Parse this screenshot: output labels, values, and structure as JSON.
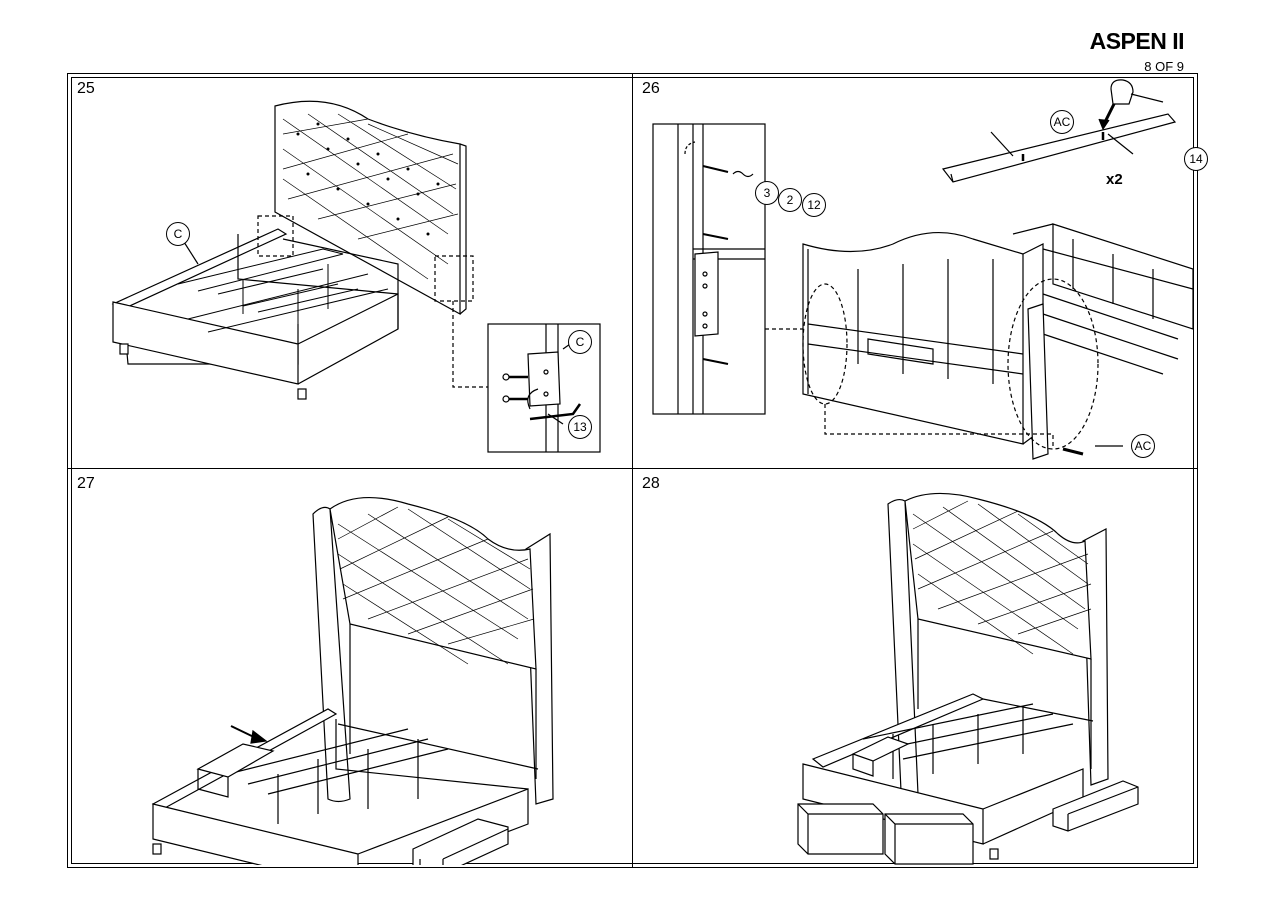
{
  "header": {
    "title": "ASPEN II",
    "page": "8 OF 9"
  },
  "steps": [
    {
      "number": "25",
      "callouts": [
        "C",
        "C",
        "13"
      ]
    },
    {
      "number": "26",
      "callouts": [
        "AC",
        "14",
        "3",
        "2",
        "12",
        "AC"
      ],
      "quantity": "x2"
    },
    {
      "number": "27"
    },
    {
      "number": "28"
    }
  ]
}
